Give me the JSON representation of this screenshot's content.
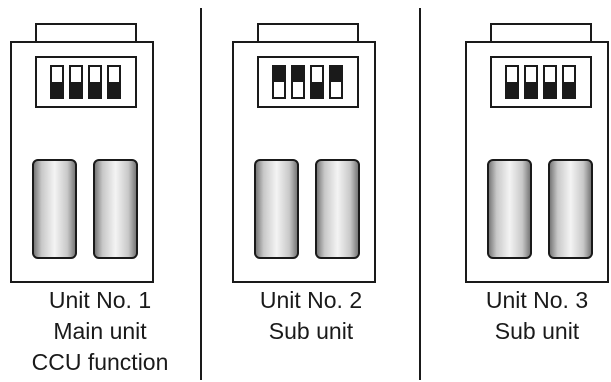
{
  "units": [
    {
      "name": "Unit No. 1",
      "role": "Main unit",
      "function": "CCU function",
      "dip_switches": [
        "down",
        "down",
        "down",
        "down"
      ]
    },
    {
      "name": "Unit No. 2",
      "role": "Sub unit",
      "function": "",
      "dip_switches": [
        "up",
        "up",
        "down",
        "up"
      ]
    },
    {
      "name": "Unit No. 3",
      "role": "Sub unit",
      "function": "",
      "dip_switches": [
        "down",
        "down",
        "down",
        "down"
      ]
    }
  ],
  "colors": {
    "line": "#1a1a1a",
    "background": "#ffffff",
    "slot_light": "#f4f4f4",
    "slot_mid": "#c8c8c8",
    "slot_dark": "#6e6e6e"
  }
}
